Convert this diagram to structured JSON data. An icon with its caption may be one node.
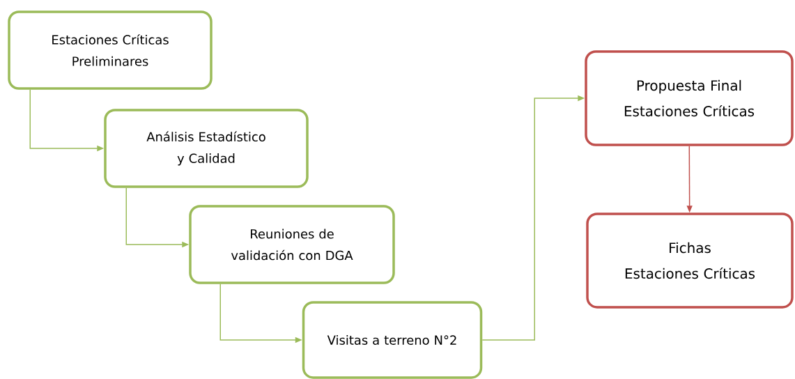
{
  "diagram": {
    "nodes": [
      {
        "text": [
          "Estaciones Críticas Preliminares"
        ]
      },
      {
        "text": [
          "Análisis Estadístico y Calidad"
        ]
      },
      {
        "text": [
          "Reuniones de validación con DGA"
        ]
      },
      {
        "text": [
          "Visitas a terreno N°2"
        ]
      },
      {
        "text": [
          "Propuesta Final",
          "Estaciones Críticas"
        ]
      },
      {
        "text": [
          "Fichas",
          "Estaciones Críticas"
        ]
      }
    ],
    "edges": [
      {
        "from": 0,
        "to": 1,
        "arrow": "to"
      },
      {
        "from": 1,
        "to": 2,
        "arrow": "to"
      },
      {
        "from": 2,
        "to": 3,
        "arrow": "to"
      },
      {
        "from": 3,
        "to": 4,
        "arrow": "to"
      },
      {
        "from": 4,
        "to": 5,
        "arrow": "to",
        "color": "#c0504d"
      }
    ]
  }
}
